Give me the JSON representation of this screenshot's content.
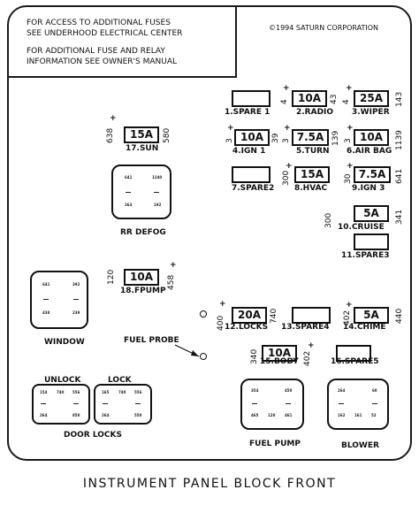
{
  "notes": {
    "line1": "FOR ACCESS TO ADDITIONAL FUSES",
    "line2": "SEE UNDERHOOD ELECTRICAL CENTER",
    "line3": "FOR ADDITIONAL FUSE AND RELAY",
    "line4": "INFORMATION SEE OWNER'S MANUAL"
  },
  "copyright": "©1994 SATURN CORPORATION",
  "caption": "INSTRUMENT PANEL BLOCK FRONT",
  "fuses": {
    "spare1": {
      "label": "1.SPARE 1",
      "rating": ""
    },
    "radio": {
      "label": "2.RADIO",
      "rating": "10A",
      "left": "4",
      "right": "43"
    },
    "wiper": {
      "label": "3.WIPER",
      "rating": "25A",
      "left": "4",
      "right": "143"
    },
    "ign1": {
      "label": "4.IGN 1",
      "rating": "10A",
      "left": "3",
      "right": "39"
    },
    "turn": {
      "label": "5.TURN",
      "rating": "7.5A",
      "left": "3",
      "right": "139"
    },
    "airbag": {
      "label": "6.AIR BAG",
      "rating": "10A",
      "left": "3",
      "right": "1139"
    },
    "spare2": {
      "label": "7.SPARE2",
      "rating": ""
    },
    "hvac": {
      "label": "8.HVAC",
      "rating": "15A",
      "left": "300"
    },
    "ign3": {
      "label": "9.IGN 3",
      "rating": "7.5A",
      "left": "30",
      "right": "641"
    },
    "cruise": {
      "label": "10.CRUISE",
      "rating": "5A",
      "left": "300",
      "right": "341"
    },
    "spare3": {
      "label": "11.SPARE3",
      "rating": ""
    },
    "locks": {
      "label": "12.LOCKS",
      "rating": "20A",
      "left": "400",
      "right": "740"
    },
    "spare4": {
      "label": "13.SPARE4",
      "rating": ""
    },
    "chime": {
      "label": "14.CHIME",
      "rating": "5A",
      "left": "402",
      "right": "440"
    },
    "body": {
      "label": "15.BODY",
      "rating": "10A",
      "left": "340",
      "right": "402"
    },
    "spare5": {
      "label": "16.SPARE5",
      "rating": ""
    },
    "sun": {
      "label": "17.SUN",
      "rating": "15A",
      "left": "638",
      "right": "580"
    },
    "fpump": {
      "label": "18.FPUMP",
      "rating": "10A",
      "left": "120",
      "right": "458"
    }
  },
  "relays": {
    "rr_defog": {
      "label": "RR DEFOG",
      "pins": [
        "641",
        "1240",
        "263",
        "192"
      ]
    },
    "window": {
      "label": "WINDOW",
      "pins": [
        "641",
        "392",
        "438",
        "239"
      ]
    },
    "unlock": {
      "label": "UNLOCK",
      "pins": [
        "154",
        "740",
        "556",
        "264",
        "850"
      ]
    },
    "lock": {
      "label": "LOCK",
      "pins": [
        "165",
        "740",
        "556",
        "264",
        "550"
      ]
    },
    "door_locks": {
      "label": "DOOR LOCKS"
    },
    "fuel_pump": {
      "label": "FUEL PUMP",
      "pins": [
        "354",
        "450",
        "465",
        "120",
        "461"
      ]
    },
    "blower": {
      "label": "BLOWER",
      "pins": [
        "264",
        "60",
        "162",
        "161",
        "52"
      ]
    }
  },
  "fuel_probe": {
    "label": "FUEL PROBE"
  },
  "plus_sign": "+"
}
